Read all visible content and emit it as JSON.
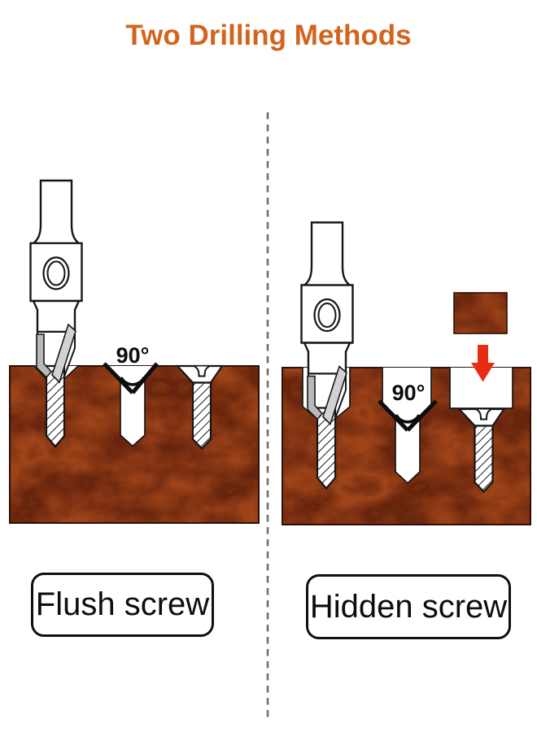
{
  "title": {
    "text": "Two Drilling Methods",
    "color": "#d2651e"
  },
  "divider": {
    "style": "vertical dashed line",
    "color": "#707070"
  },
  "panels": {
    "left": {
      "label": "Flush screw",
      "angle_label": "90°",
      "shows": "countersink drill bit cutting a 90° countersunk pilot hole; screw head sits flush with wood surface"
    },
    "right": {
      "label": "Hidden screw",
      "angle_label": "90°",
      "shows": "countersink drill bit drilled deeper to counterbore; screw recessed below surface; wood plug with down arrow hides screw"
    }
  },
  "colors": {
    "accent_orange": "#d2651e",
    "arrow_red": "#e92c0f",
    "wood_base": "#8a3a1c",
    "metal_gray": "#c9c9c9",
    "outline_black": "#161616"
  }
}
